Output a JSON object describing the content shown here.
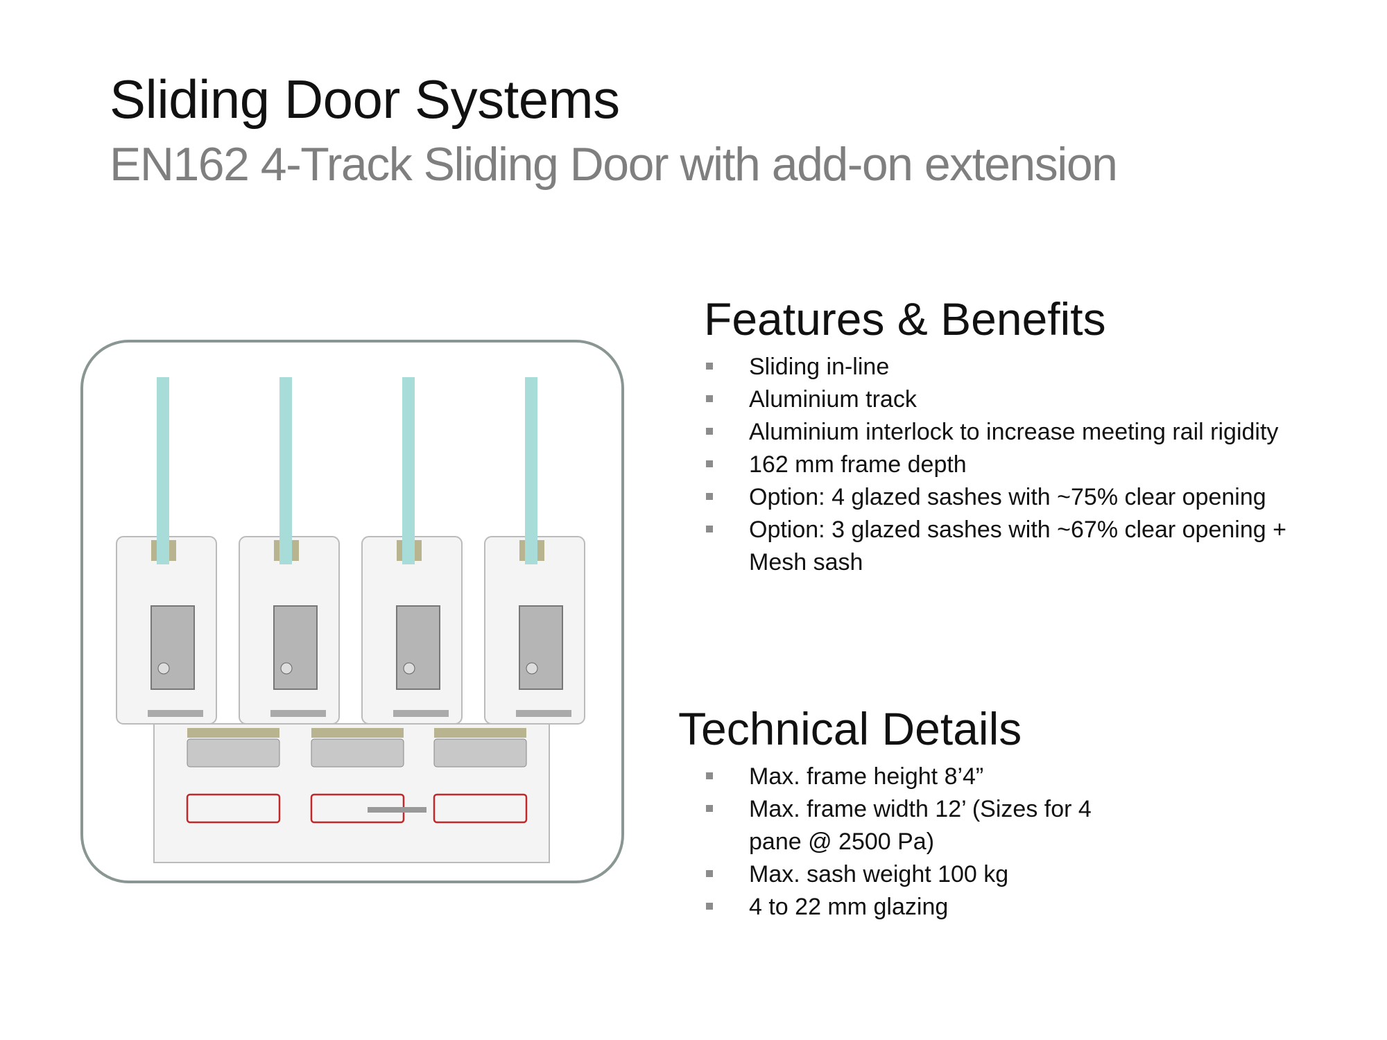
{
  "title": "Sliding Door Systems",
  "subtitle": "EN162 4-Track Sliding Door with add-on extension",
  "features": {
    "heading": "Features & Benefits",
    "items": [
      "Sliding in-line",
      "Aluminium track",
      "Aluminium interlock to increase meeting rail rigidity",
      "162 mm frame depth",
      "Option: 4 glazed sashes with ~75% clear opening",
      "Option: 3 glazed sashes with ~67% clear opening + Mesh sash"
    ]
  },
  "technical": {
    "heading": "Technical Details",
    "items": [
      "Max. frame height 8’4”",
      "Max. frame width  12’ (Sizes for 4 pane @ 2500 Pa)",
      "Max. sash weight 100 kg",
      "4 to 22 mm glazing"
    ]
  },
  "colors": {
    "glass": "#a8dcd8",
    "frame": "#f4f4f4",
    "gasket": "#b8b48f",
    "seal": "#c0282a",
    "border": "#8a9694"
  }
}
